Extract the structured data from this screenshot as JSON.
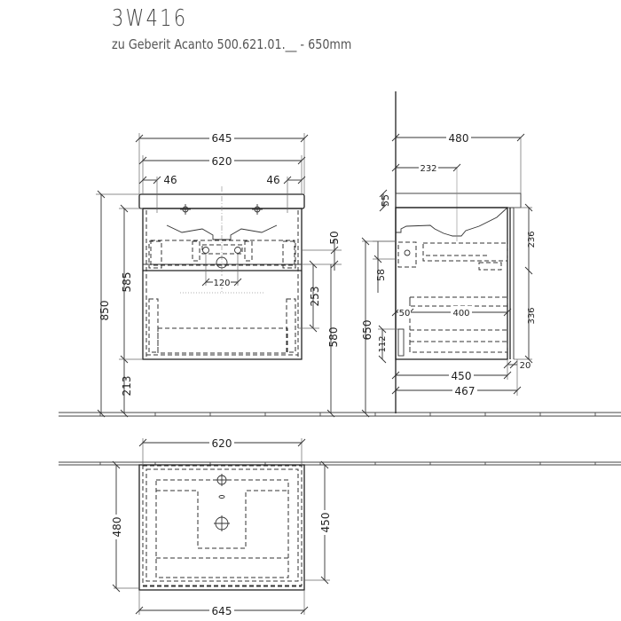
{
  "header": {
    "title": "3W416",
    "subtitle": "zu Geberit Acanto 500.621.01.__ - 650mm"
  },
  "front_view": {
    "dims": {
      "overall_width": "645",
      "basin_width": "620",
      "left_offset": "46",
      "right_offset": "46",
      "total_height": "850",
      "cabinet_height": "585",
      "floor_clearance": "213",
      "top_gap": "50",
      "drawer_height": "253",
      "drawer_bottom_height": "580",
      "drain_spacing": "120"
    }
  },
  "side_view": {
    "dims": {
      "depth_total": "480",
      "tap_offset": "232",
      "top_thickness": "55",
      "upper_drawer_height": "236",
      "lower_drawer_height": "336",
      "siphon_offset": "58",
      "mount_height": "650",
      "drawer_depth": "400",
      "drawer_gap": "50",
      "bottom_offset": "112",
      "cabinet_depth": "450",
      "cabinet_depth_with_front": "467",
      "front_thickness": "20"
    }
  },
  "top_view": {
    "dims": {
      "basin_width": "620",
      "overall_width": "645",
      "depth_total": "480",
      "cabinet_depth": "450"
    }
  }
}
